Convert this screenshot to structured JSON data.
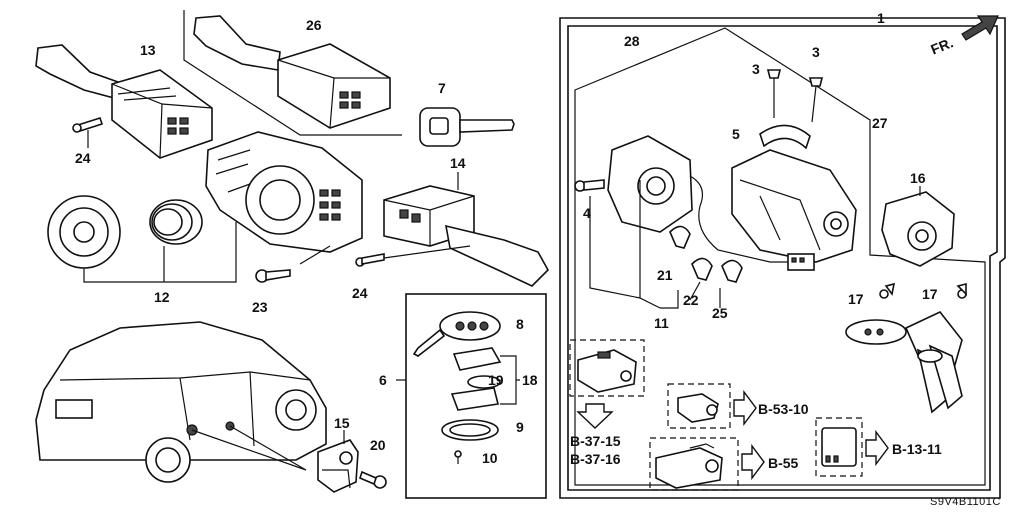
{
  "callouts": [
    {
      "id": "c1",
      "text": "1"
    },
    {
      "id": "c3a",
      "text": "3"
    },
    {
      "id": "c3b",
      "text": "3"
    },
    {
      "id": "c4",
      "text": "4"
    },
    {
      "id": "c5",
      "text": "5"
    },
    {
      "id": "c6",
      "text": "6"
    },
    {
      "id": "c7",
      "text": "7"
    },
    {
      "id": "c8",
      "text": "8"
    },
    {
      "id": "c9",
      "text": "9"
    },
    {
      "id": "c10",
      "text": "10"
    },
    {
      "id": "c11",
      "text": "11"
    },
    {
      "id": "c12",
      "text": "12"
    },
    {
      "id": "c13",
      "text": "13"
    },
    {
      "id": "c14",
      "text": "14"
    },
    {
      "id": "c15",
      "text": "15"
    },
    {
      "id": "c16",
      "text": "16"
    },
    {
      "id": "c17a",
      "text": "17"
    },
    {
      "id": "c17b",
      "text": "17"
    },
    {
      "id": "c18",
      "text": "18"
    },
    {
      "id": "c19",
      "text": "19"
    },
    {
      "id": "c20",
      "text": "20"
    },
    {
      "id": "c21",
      "text": "21"
    },
    {
      "id": "c22",
      "text": "22"
    },
    {
      "id": "c23",
      "text": "23"
    },
    {
      "id": "c24a",
      "text": "24"
    },
    {
      "id": "c24b",
      "text": "24"
    },
    {
      "id": "c25",
      "text": "25"
    },
    {
      "id": "c26",
      "text": "26"
    },
    {
      "id": "c27",
      "text": "27"
    },
    {
      "id": "c28",
      "text": "28"
    }
  ],
  "references": {
    "b3715": "B-37-15",
    "b3716": "B-37-16",
    "b5310": "B-53-10",
    "b55": "B-55",
    "b1311": "B-13-11"
  },
  "direction_label": "FR.",
  "diagram_code": "S9V4B1101C"
}
